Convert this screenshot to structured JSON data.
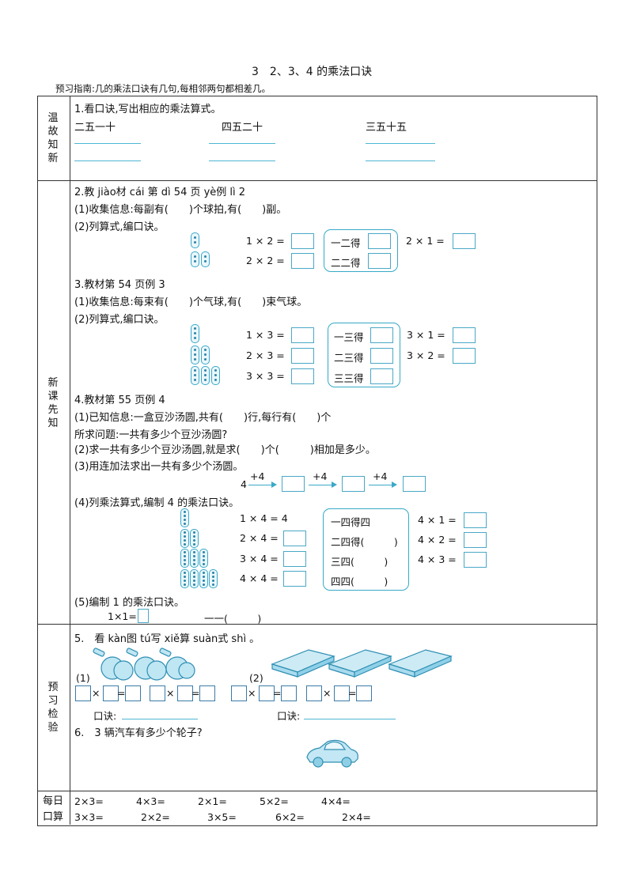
{
  "title": "3　2、3、4 的乘法口诀",
  "guide": "预习指南:几的乘法口诀有几句,每相邻两句都相差几。",
  "sections": {
    "review": "温故知新",
    "new_lesson": "新课先知",
    "preview_check": "预习检验",
    "daily": "每日口算"
  },
  "q1": {
    "prompt": "1.看口诀,写出相应的乘法算式。",
    "items": [
      "二五一十",
      "四五二十",
      "三五十五"
    ]
  },
  "q2": {
    "heading": "2.教 jiào材 cái 第 dì 54 页 yè例 lì 2",
    "p1": "(1)收集信息:每副有(　　)个球拍,有(　　)副。",
    "p2": "(2)列算式,编口诀。",
    "eq": [
      "1 × 2 =",
      "2 × 2 ="
    ],
    "rhymes": [
      "一二得",
      "二二得"
    ],
    "eq_right": [
      "2 × 1 ="
    ]
  },
  "q3": {
    "heading": "3.教材第 54 页例 3",
    "p1": "(1)收集信息:每束有(　　)个气球,有(　　)束气球。",
    "p2": "(2)列算式,编口诀。",
    "eq": [
      "1 × 3 =",
      "2 × 3 =",
      "3 × 3 ="
    ],
    "rhymes": [
      "一三得",
      "二三得",
      "三三得"
    ],
    "eq_right": [
      "3 × 1 =",
      "3 × 2 ="
    ]
  },
  "q4": {
    "heading": "4.教材第 55 页例 4",
    "p1": "(1)已知信息:一盒豆沙汤圆,共有(　　)行,每行有(　　)个",
    "p1b": "所求问题:一共有多少个豆沙汤圆?",
    "p2": "(2)求一共有多少个豆沙汤圆,就是求(　　)个(　　　)相加是多少。",
    "p3": "(3)用连加法求出一共有多少个汤圆。",
    "start": "4",
    "steps": [
      "+4",
      "+4",
      "+4"
    ],
    "p4": "(4)列乘法算式,编制 4 的乘法口诀。",
    "eq": [
      "1 × 4 = 4",
      "2 × 4 =",
      "3 × 4 =",
      "4 × 4 ="
    ],
    "rhymes": [
      "一四得四",
      "二四得(　　　)",
      "三四(　　　)",
      "四四(　　　)"
    ],
    "eq_right": [
      "4 × 1 =",
      "4 × 2 =",
      "4 × 3 ="
    ],
    "p5": "(5)编制 1 的乘法口诀。",
    "p5_eq": "1×1=",
    "p5_rhyme": "一一(　　　)"
  },
  "q5": {
    "heading": "5.　看 kàn图 tú写 xiě算 suàn式 shì 。",
    "label1": "(1)",
    "label2": "(2)",
    "times": "×",
    "equals": "=",
    "rhyme_label": "口诀:"
  },
  "q6": {
    "heading": "6.　3 辆汽车有多少个轮子?"
  },
  "daily": {
    "row1": [
      "2×3=",
      "4×3=",
      "2×1=",
      "5×2=",
      "4×4="
    ],
    "row2": [
      "3×3=",
      "2×2=",
      "3×5=",
      "6×2=",
      "2×4="
    ]
  }
}
